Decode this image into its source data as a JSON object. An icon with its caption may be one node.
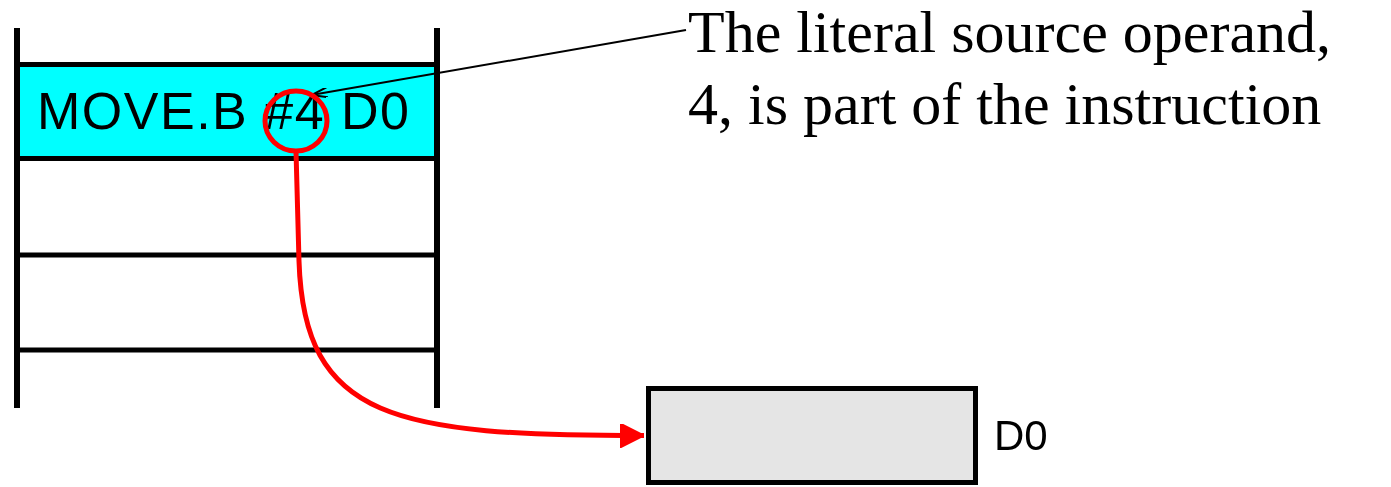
{
  "diagram": {
    "nodes": [
      {
        "text": [
          "MOVE.B #4 D0"
        ]
      },
      {
        "text": [],
        "shape": "circle",
        "in": 0
      },
      {
        "text": [],
        "shape": "box",
        "beside": [
          "D0"
        ]
      },
      {
        "text": [
          "The literal source operand, 4, is part of the instruction"
        ]
      }
    ],
    "edges": [
      {
        "from": 3,
        "to": 1,
        "arrow": "to"
      },
      {
        "from": 1,
        "to": 2,
        "arrow": "to",
        "color": "#ff0000",
        "style": "thick"
      }
    ]
  }
}
